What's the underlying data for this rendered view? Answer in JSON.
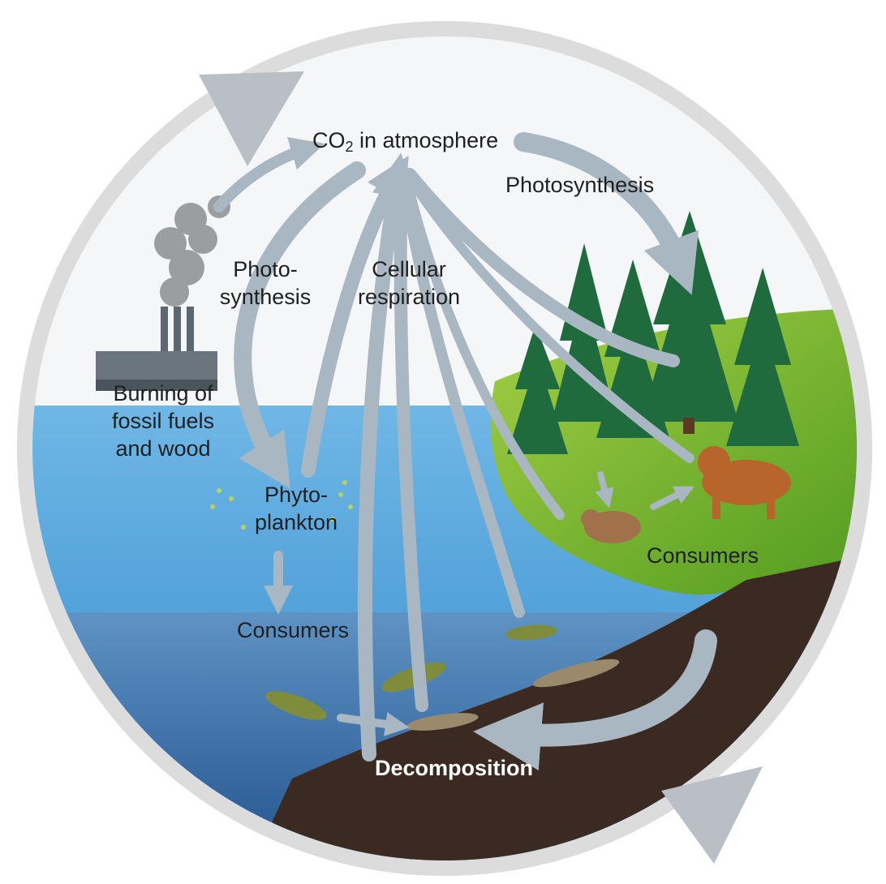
{
  "diagram": {
    "title": {
      "prefix": "CO",
      "subscript": "2",
      "suffix": " in atmosphere"
    },
    "labels": {
      "photosynthesis_right": "Photosynthesis",
      "photosynthesis_left": [
        "Photo-",
        "synthesis"
      ],
      "cellular_respiration": [
        "Cellular",
        "respiration"
      ],
      "burning": [
        "Burning of",
        "fossil fuels",
        "and wood"
      ],
      "phytoplankton": [
        "Phyto-",
        "plankton"
      ],
      "consumers_water": "Consumers",
      "consumers_land": "Consumers",
      "decomposition": "Decomposition"
    },
    "icons": [
      "factory-icon",
      "smoke-icon",
      "tree-icon",
      "rabbit-icon",
      "bobcat-icon",
      "fish-icon",
      "phytoplankton-icon",
      "cycle-arrow-icon"
    ],
    "colors": {
      "arrow": "#a9b7c2",
      "outer_ring": "#dedede",
      "sky": "#f4f6f7",
      "water": "#3f9ad6",
      "deep_water": "#4f86b8",
      "grass": "#78b52d",
      "forest": "#1f6b3e",
      "soil": "#3b2a21"
    }
  }
}
